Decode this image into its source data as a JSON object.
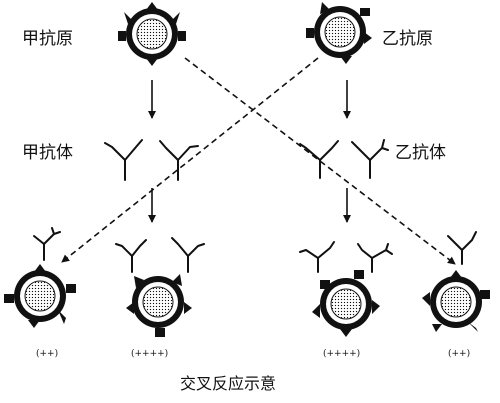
{
  "labels": {
    "antigen_a": "甲抗原",
    "antigen_b": "乙抗原",
    "antibody_a": "甲抗体",
    "antibody_b": "乙抗体",
    "caption": "交叉反应示意"
  },
  "results": [
    {
      "id": "r1",
      "score": "(++)"
    },
    {
      "id": "r2",
      "score": "(++++)"
    },
    {
      "id": "r3",
      "score": "(++++)"
    },
    {
      "id": "r4",
      "score": "(++)"
    }
  ]
}
